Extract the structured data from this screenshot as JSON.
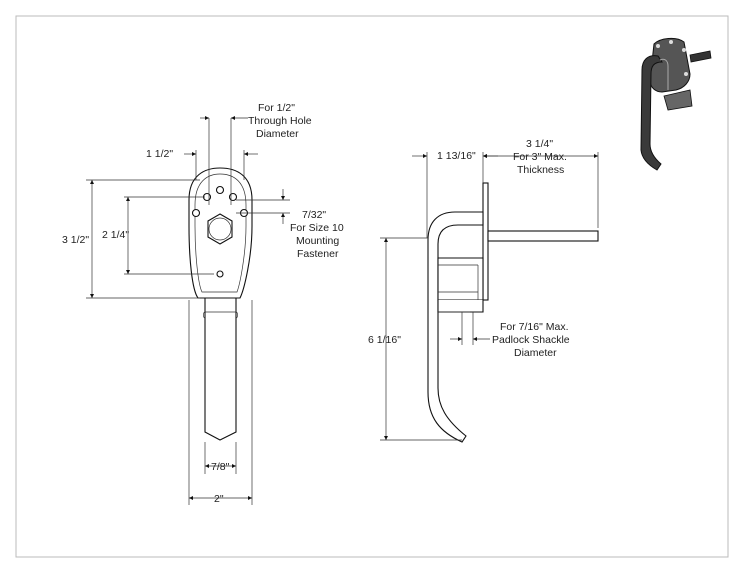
{
  "front_view": {
    "through_hole_label": [
      "For 1/2\"",
      "Through Hole",
      "Diameter"
    ],
    "dim_top_spacing": "1 1/2\"",
    "dim_overall_height": "3 1/2\"",
    "dim_hole_spacing": "2 1/4\"",
    "mounting_label": [
      "7/32\"",
      "For Size 10",
      "Mounting",
      "Fastener"
    ],
    "dim_handle_width": "7/8\"",
    "dim_base_width": "2\""
  },
  "side_view": {
    "dim_offset": "1 13/16\"",
    "thickness_label": [
      "3 1/4\"",
      "For 3\" Max.",
      "Thickness"
    ],
    "dim_handle_length": "6 1/16\"",
    "padlock_label": [
      "For 7/16\" Max.",
      "Padlock Shackle",
      "Diameter"
    ]
  }
}
